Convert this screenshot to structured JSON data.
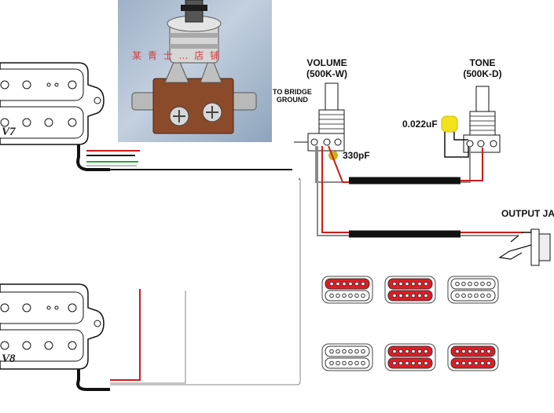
{
  "pots": {
    "volume": {
      "title": "VOLUME",
      "value": "(500K-W)"
    },
    "tone": {
      "title": "TONE",
      "value": "(500K-D)"
    }
  },
  "labels": {
    "bridge_ground": "TO BRIDGE\nGROUND",
    "cap_tone": "0.022uF",
    "cap_volume": "330pF",
    "output_jack": "OUTPUT JA"
  },
  "pickups": {
    "neck_label": "V7",
    "bridge_label": "V8"
  },
  "photo_watermark": "某 青 士 … 店 铺",
  "colors": {
    "coil_active": "#e31b23",
    "coil_inactive": "#ffffff",
    "cap_tone": "#f4e11a",
    "cap_volume": "#c9b21c",
    "wire_red": "#d11a1a",
    "wire_black": "#111111",
    "wire_gray": "#8a8a8a"
  },
  "switch_positions": [
    {
      "neck": "active",
      "middle": "inactive",
      "bridge": "inactive"
    },
    {
      "neck": "active",
      "middle": "active",
      "bridge": "inactive"
    },
    {
      "neck": "inactive",
      "middle": "inactive",
      "bridge": "inactive"
    },
    {
      "neck": "inactive",
      "middle": "inactive",
      "bridge": "inactive"
    },
    {
      "neck": "active",
      "middle": "active",
      "bridge": "inactive"
    },
    {
      "neck": "active",
      "middle": "active",
      "bridge": "active"
    }
  ]
}
